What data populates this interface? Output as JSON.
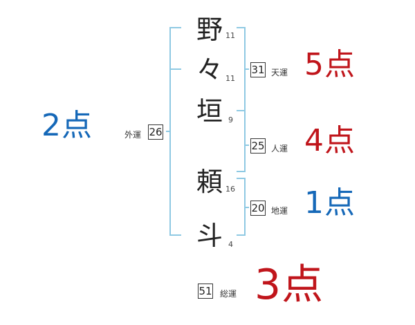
{
  "characters": [
    {
      "char": "野",
      "strokes": "11"
    },
    {
      "char": "々",
      "strokes": "11"
    },
    {
      "char": "垣",
      "strokes": "9"
    },
    {
      "char": "頼",
      "strokes": "16"
    },
    {
      "char": "斗",
      "strokes": "4"
    }
  ],
  "kaku": {
    "gaikaku": {
      "label": "外運",
      "value": "26",
      "score": "2点"
    },
    "tenkaku": {
      "label": "天運",
      "value": "31",
      "score": "5点"
    },
    "jinkaku": {
      "label": "人運",
      "value": "25",
      "score": "4点"
    },
    "chikaku": {
      "label": "地運",
      "value": "20",
      "score": "1点"
    },
    "soukaku": {
      "label": "総運",
      "value": "51",
      "score": "3点"
    }
  },
  "colors": {
    "bracket": "#8ec9e3",
    "score_red": "#c0151b",
    "score_blue": "#1568b8"
  }
}
